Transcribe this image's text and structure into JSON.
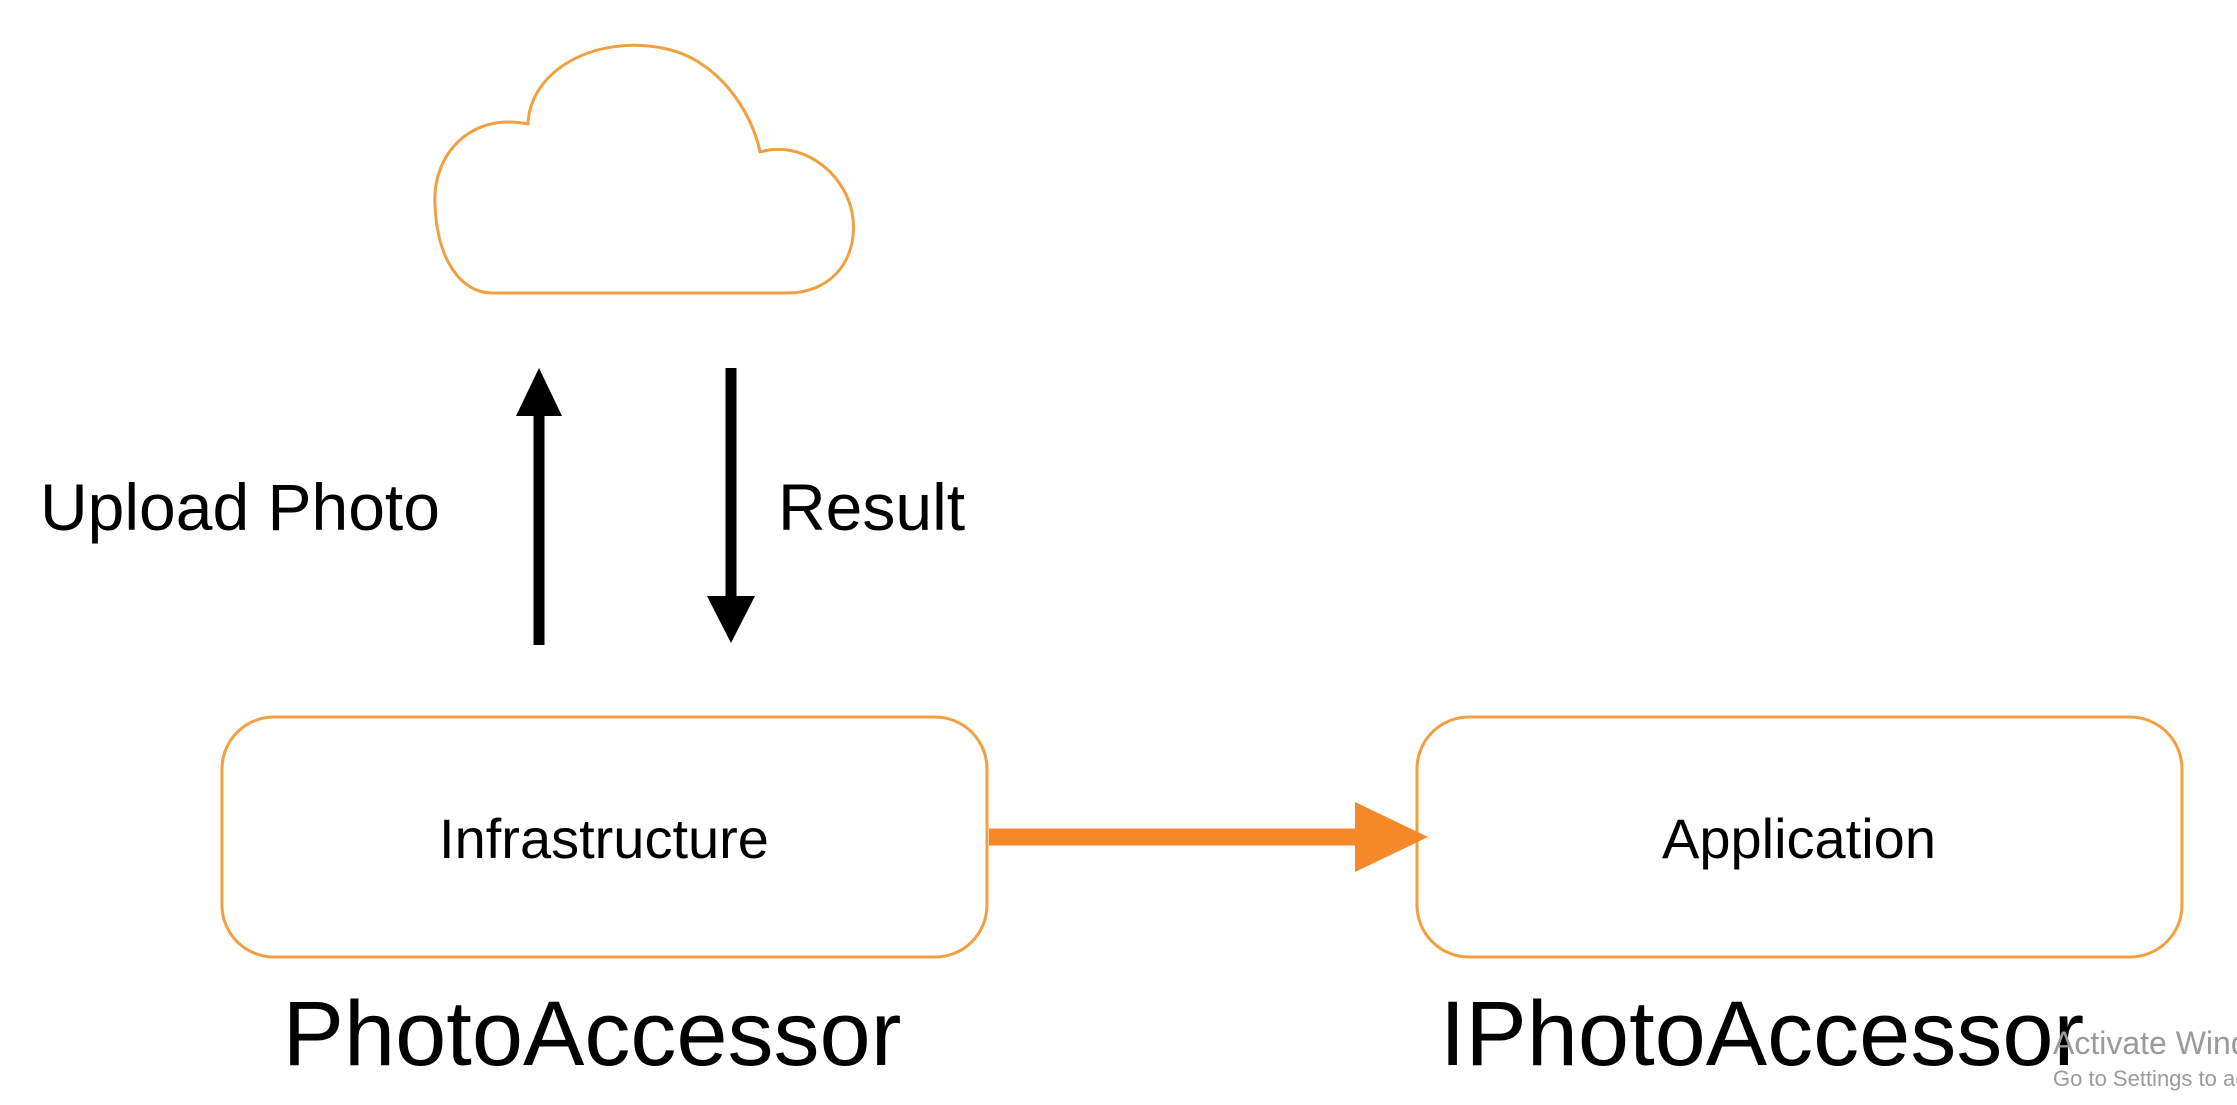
{
  "colors": {
    "accent": "#f0a040",
    "arrow_orange": "#f5892a",
    "ink": "#000000",
    "watermark": "#9a9a9a"
  },
  "icons": {
    "cloud": "cloud-icon"
  },
  "labels": {
    "upload": "Upload Photo",
    "result": "Result"
  },
  "boxes": {
    "infrastructure": {
      "label": "Infrastructure",
      "caption": "PhotoAccessor"
    },
    "application": {
      "label": "Application",
      "caption": "IPhotoAccessor"
    }
  },
  "watermark": {
    "title": "Activate Wind",
    "subtitle": "Go to Settings to ac"
  }
}
